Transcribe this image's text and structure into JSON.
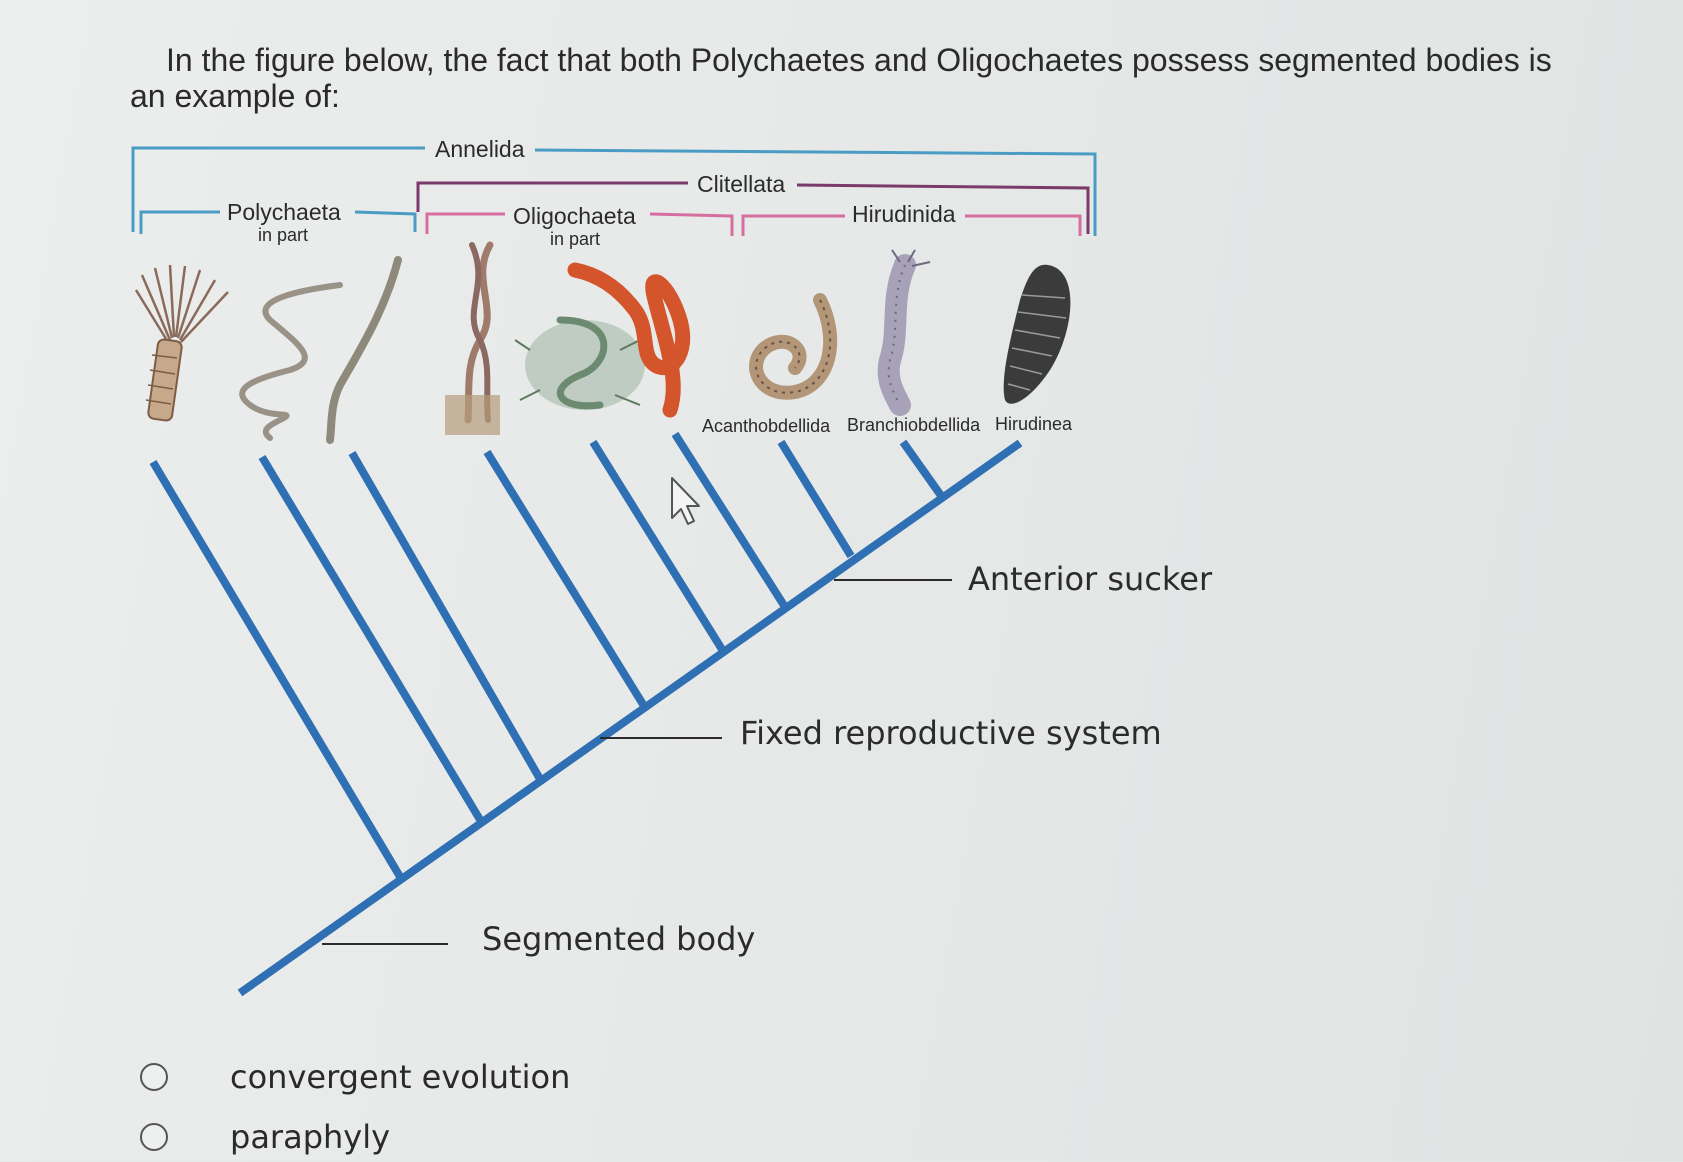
{
  "question": {
    "text": "In the figure below, the fact that both Polychaetes and Oligochaetes possess segmented bodies is an example of:"
  },
  "figure": {
    "groups": {
      "annelida": "Annelida",
      "clitellata": "Clitellata",
      "polychaeta": "Polychaeta",
      "polychaeta_sub": "in part",
      "oligochaeta": "Oligochaeta",
      "oligochaeta_sub": "in part",
      "hirudinida": "Hirudinida"
    },
    "taxa": {
      "acanthobdellida": "Acanthobdellida",
      "branchiobdellida": "Branchiobdellida",
      "hirudinea": "Hirudinea"
    },
    "traits": {
      "segmented_body": "Segmented body",
      "fixed_reproductive": "Fixed reproductive system",
      "anterior_sucker": "Anterior sucker"
    },
    "colors": {
      "tree": "#2f6fb3",
      "annelida_bracket": "#4a9cc4",
      "clitellata_bracket": "#7a3a6a",
      "sub_bracket": "#d66fa0"
    }
  },
  "choices": [
    {
      "label": "convergent evolution"
    },
    {
      "label": "paraphyly"
    }
  ]
}
